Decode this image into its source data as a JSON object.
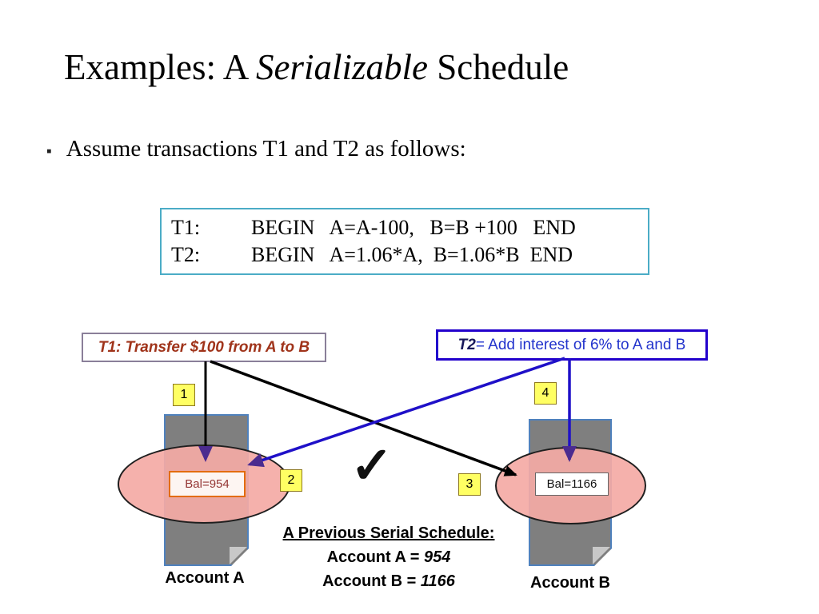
{
  "slide": {
    "title": {
      "prefix": "Examples: A ",
      "italic": "Serializable",
      "suffix": " Schedule"
    },
    "bullet": {
      "marker": "▪",
      "text": "Assume transactions T1 and T2 as follows:"
    },
    "code_box": {
      "lines": [
        {
          "label": "T1:",
          "body": "BEGIN   A=A-100,   B=B +100   END"
        },
        {
          "label": "T2:",
          "body": "BEGIN   A=1.06*A,  B=1.06*B  END"
        }
      ]
    },
    "t1_callout": {
      "text": "T1: Transfer $100 from A to B"
    },
    "t2_callout": {
      "prefix": "T2",
      "rest": " = Add interest of 6% to A and B"
    },
    "badges": [
      {
        "label": "1"
      },
      {
        "label": "2"
      },
      {
        "label": "3"
      },
      {
        "label": "4"
      }
    ],
    "accounts": {
      "a": {
        "balance": "Bal=954",
        "label": "Account A"
      },
      "b": {
        "balance": "Bal=1166",
        "label": "Account B"
      }
    },
    "checkmark": "✓",
    "serial": {
      "heading": "A Previous Serial Schedule:",
      "a_prefix": "Account A = ",
      "a_value": "954",
      "b_prefix": "Account B = ",
      "b_value": "1166"
    },
    "colors": {
      "black_arrow": "#000000",
      "blue_arrow": "#1F10C8",
      "purple_arrowhead": "#4B2B8F",
      "t1_border": "#8a7f99",
      "t1_text": "#A0341B",
      "t2_border": "#2200CC",
      "code_border": "#4BACC6",
      "bal_a_border": "#E36C09",
      "badge_bg": "#FFFF63",
      "ellipse_fill": "#F4AAA5",
      "doc_fill": "#7F7F7F"
    }
  }
}
